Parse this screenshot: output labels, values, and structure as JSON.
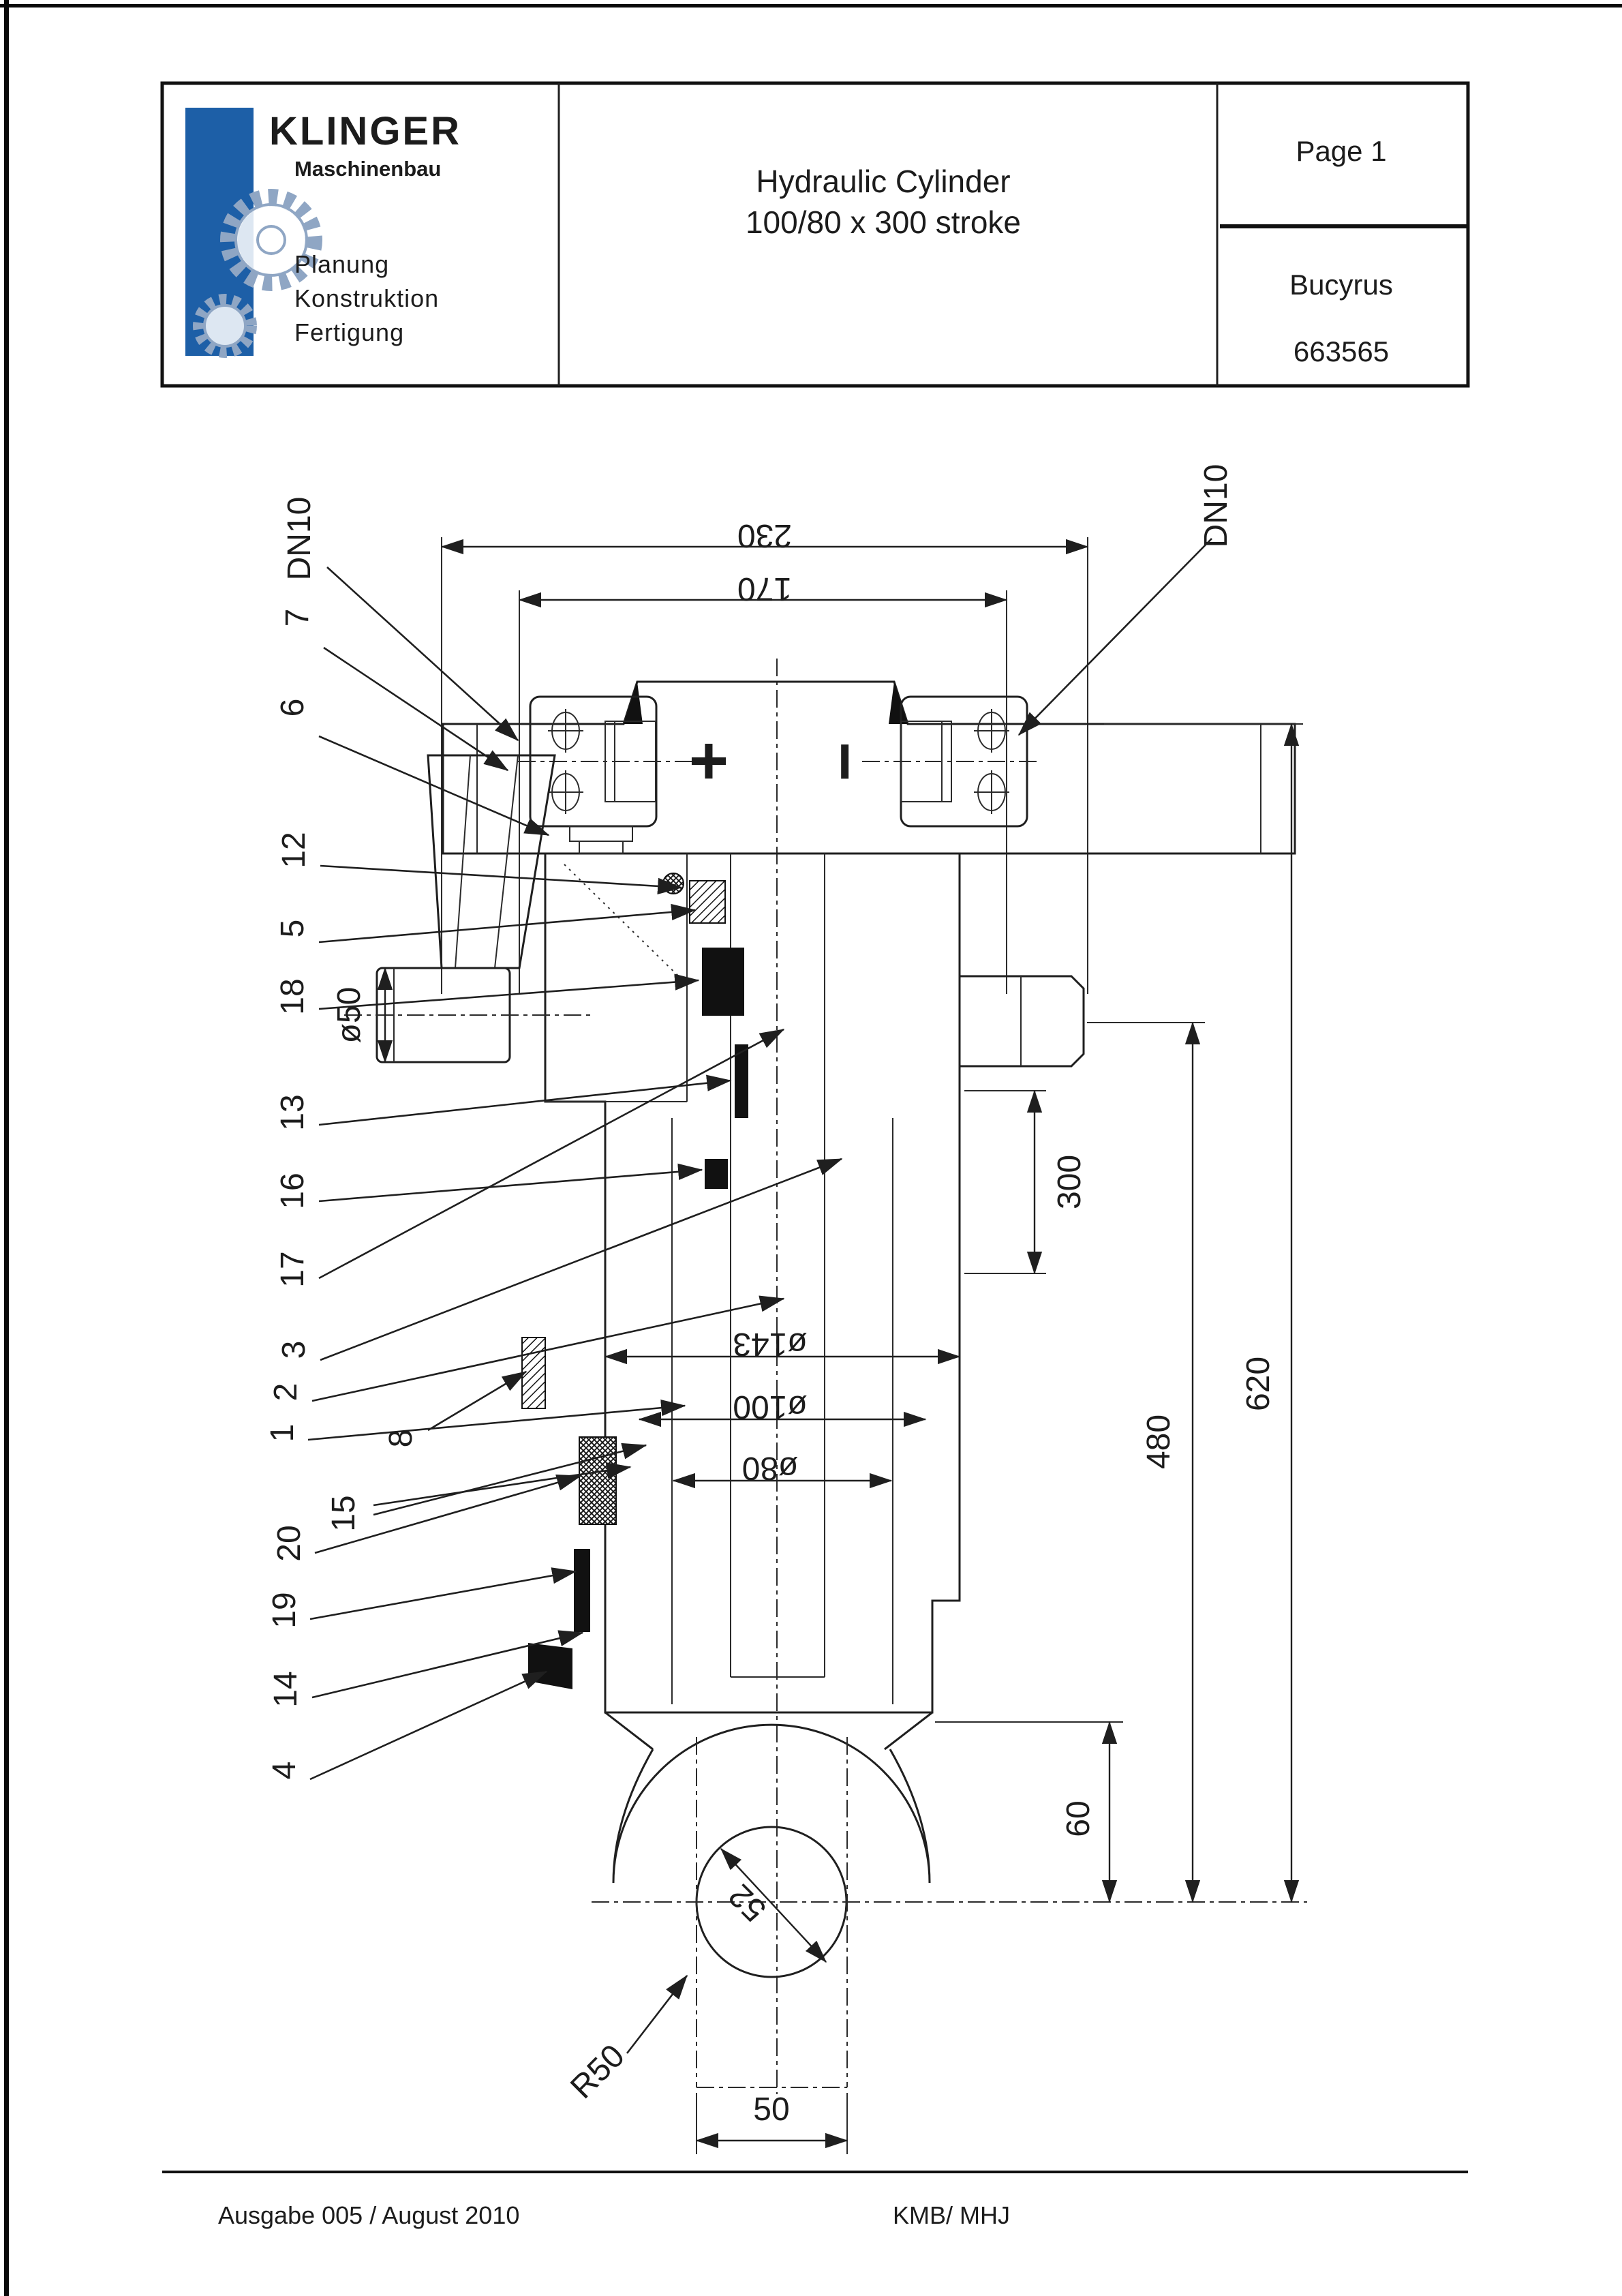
{
  "header": {
    "logo": {
      "brand": "KLINGER",
      "subtitle": "Maschinenbau",
      "services": [
        "Planung",
        "Konstruktion",
        "Fertigung"
      ],
      "brand_color": "#1d5fa7"
    },
    "title_line1": "Hydraulic Cylinder",
    "title_line2": "100/80 x 300 stroke",
    "page_label": "Page  1",
    "customer": "Bucyrus",
    "doc_number": "663565"
  },
  "drawing": {
    "connections": {
      "left": "DN10",
      "right": "DN10"
    },
    "ports": {
      "plus": "+",
      "minus": "−"
    },
    "callouts": {
      "c1": "1",
      "c2": "2",
      "c3": "3",
      "c4": "4",
      "c5": "5",
      "c6": "6",
      "c7": "7",
      "c8": "8",
      "c12": "12",
      "c13": "13",
      "c14": "14",
      "c15": "15",
      "c16": "16",
      "c17": "17",
      "c18": "18",
      "c19": "19",
      "c20": "20"
    },
    "dimensions": {
      "width_230": "230",
      "width_170": "170",
      "rod_pilot_dia": "ø50",
      "outer_dia": "ø143",
      "bore_dia": "ø100",
      "inner_dia": "ø80",
      "stroke_300": "300",
      "len_480": "480",
      "len_620": "620",
      "eye_offset_60": "60",
      "pin_dia_52": "52",
      "eye_radius": "R50",
      "eye_width_50": "50"
    }
  },
  "footer": {
    "left": "Ausgabe 005 /  August  2010",
    "center": "KMB/ MHJ"
  }
}
